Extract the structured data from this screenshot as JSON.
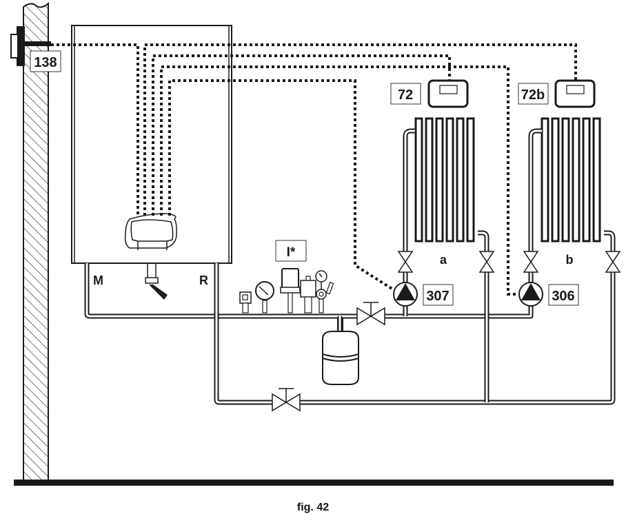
{
  "figure": {
    "caption": "fig. 42",
    "labels": {
      "outdoor_sensor": "138",
      "room_thermostat_a": "72",
      "room_thermostat_b": "72b",
      "pump_a": "307",
      "pump_b": "306",
      "zone_a": "a",
      "zone_b": "b",
      "flow": "M",
      "return": "R",
      "safety_group": "I*"
    },
    "components": [
      "wall",
      "floor",
      "boiler",
      "control-panel",
      "outdoor-sensor",
      "room-thermostat-a",
      "room-thermostat-b",
      "radiator-a",
      "radiator-b",
      "circulation-pump-a",
      "circulation-pump-b",
      "expansion-vessel",
      "safety-devices",
      "zone-valves",
      "bypass-valve"
    ],
    "colors": {
      "line": "#1a1a1a",
      "background": "#ffffff"
    }
  }
}
